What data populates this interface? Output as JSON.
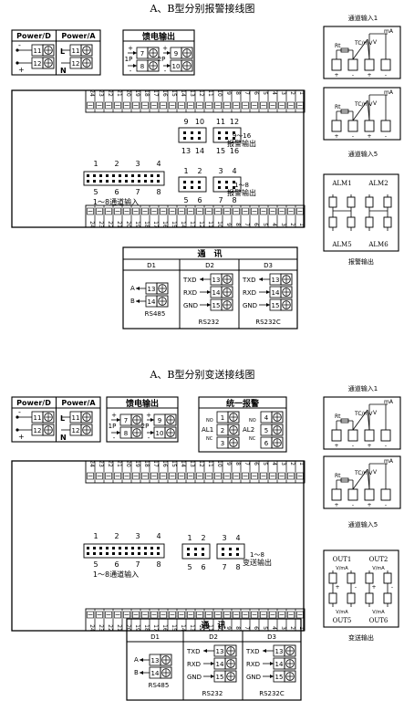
{
  "diagram_a": {
    "title": "A、B型分别报警接线图",
    "power_d": {
      "label": "Power/D",
      "terms": [
        "11",
        "12"
      ],
      "minus": "-",
      "plus": "+"
    },
    "power_a": {
      "label": "Power/A",
      "terms": [
        "11",
        "12"
      ],
      "l": "L",
      "n": "N"
    },
    "feed": {
      "label": "馈电输出",
      "p1": "1P",
      "p2": "2P",
      "t1": [
        "7",
        "8"
      ],
      "t2": [
        "9",
        "10"
      ],
      "plus": "+",
      "minus": "-"
    },
    "top_strip": [
      "24",
      "23",
      "22",
      "21",
      "20",
      "19",
      "18",
      "17",
      "16",
      "15",
      "14",
      "13",
      "12",
      "11",
      "10",
      "9",
      "8",
      "7",
      "6",
      "5",
      "4",
      "3",
      "2",
      "1"
    ],
    "bottom_strip": [
      "24",
      "23",
      "22",
      "21",
      "20",
      "19",
      "18",
      "17",
      "16",
      "15",
      "14",
      "13",
      "12",
      "11",
      "10",
      "9",
      "8",
      "7",
      "6",
      "5",
      "4",
      "3",
      "2",
      "1"
    ],
    "alarm_916": {
      "top_nums": [
        "9",
        "10",
        "11",
        "12"
      ],
      "bottom_nums": [
        "13",
        "14",
        "15",
        "16"
      ],
      "label1": "9～16",
      "label2": "报警输出"
    },
    "alarm_18": {
      "top_nums": [
        "1",
        "2",
        "3",
        "4"
      ],
      "bottom_nums": [
        "5",
        "6",
        "7",
        "8"
      ],
      "label1": "1～8",
      "label2": "报警输出"
    },
    "input": {
      "top_nums": [
        "1",
        "2",
        "3",
        "4"
      ],
      "bottom_nums": [
        "5",
        "6",
        "7",
        "8"
      ],
      "label": "1～8通道输入"
    },
    "comm": {
      "title": "通　讯",
      "headers": [
        "D1",
        "D2",
        "D3"
      ],
      "d1": {
        "a": "A",
        "b": "B",
        "terms": [
          "13",
          "14"
        ],
        "name": "RS485"
      },
      "d2": {
        "sigs": [
          "TXD",
          "RXD",
          "GND"
        ],
        "terms": [
          "13",
          "14",
          "15"
        ],
        "name": "RS232"
      },
      "d3": {
        "sigs": [
          "TXD",
          "RXD",
          "GND"
        ],
        "terms": [
          "13",
          "14",
          "15"
        ],
        "name": "RS232C"
      }
    },
    "side": {
      "ch1": "通道输入1",
      "ch5": "通道输入5",
      "rt": "Rt",
      "tc": "TC/mV",
      "v": "V",
      "ma": "mA",
      "alm": [
        "ALM1",
        "ALM2",
        "ALM5",
        "ALM6"
      ],
      "alm_label": "报警输出"
    }
  },
  "diagram_b": {
    "title": "A、B型分别变送接线图",
    "power_d": {
      "label": "Power/D",
      "terms": [
        "11",
        "12"
      ],
      "minus": "-",
      "plus": "+"
    },
    "power_a": {
      "label": "Power/A",
      "terms": [
        "11",
        "12"
      ],
      "l": "L",
      "n": "N"
    },
    "feed": {
      "label": "馈电输出",
      "p1": "1P",
      "p2": "2P",
      "t1": [
        "7",
        "8"
      ],
      "t2": [
        "9",
        "10"
      ],
      "plus": "+",
      "minus": "-"
    },
    "unified": {
      "label": "统一报警",
      "al1": "AL1",
      "al2": "AL2",
      "nums": [
        "1",
        "2",
        "3",
        "4",
        "5",
        "6"
      ],
      "no": "NO",
      "nc": "NC"
    },
    "top_strip": [
      "24",
      "23",
      "22",
      "21",
      "20",
      "19",
      "18",
      "17",
      "16",
      "15",
      "14",
      "13",
      "12",
      "11",
      "10",
      "9",
      "8",
      "7",
      "6",
      "5",
      "4",
      "3",
      "2",
      "1"
    ],
    "bottom_strip": [
      "24",
      "23",
      "22",
      "21",
      "20",
      "19",
      "18",
      "17",
      "16",
      "15",
      "14",
      "13",
      "12",
      "11",
      "10",
      "9",
      "8",
      "7",
      "6",
      "5",
      "4",
      "3",
      "2",
      "1"
    ],
    "trans": {
      "top_nums": [
        "1",
        "2",
        "3",
        "4"
      ],
      "bottom_nums": [
        "5",
        "6",
        "7",
        "8"
      ],
      "label1": "1～8",
      "label2": "变送输出"
    },
    "input": {
      "top_nums": [
        "1",
        "2",
        "3",
        "4"
      ],
      "bottom_nums": [
        "5",
        "6",
        "7",
        "8"
      ],
      "label": "1～8通道输入"
    },
    "comm": {
      "title": "通　讯",
      "headers": [
        "D1",
        "D2",
        "D3"
      ],
      "d1": {
        "a": "A",
        "b": "B",
        "terms": [
          "13",
          "14"
        ],
        "name": "RS485"
      },
      "d2": {
        "sigs": [
          "TXD",
          "RXD",
          "GND"
        ],
        "terms": [
          "13",
          "14",
          "15"
        ],
        "name": "RS232"
      },
      "d3": {
        "sigs": [
          "TXD",
          "RXD",
          "GND"
        ],
        "terms": [
          "13",
          "14",
          "15"
        ],
        "name": "RS232C"
      }
    },
    "side": {
      "ch1": "通道输入1",
      "ch5": "通道输入5",
      "rt": "Rt",
      "tc": "TC/mV",
      "v": "V",
      "ma": "mA",
      "out": [
        "OUT1",
        "OUT2",
        "OUT5",
        "OUT6"
      ],
      "vma": "V/mA",
      "out_label": "变送输出"
    }
  }
}
